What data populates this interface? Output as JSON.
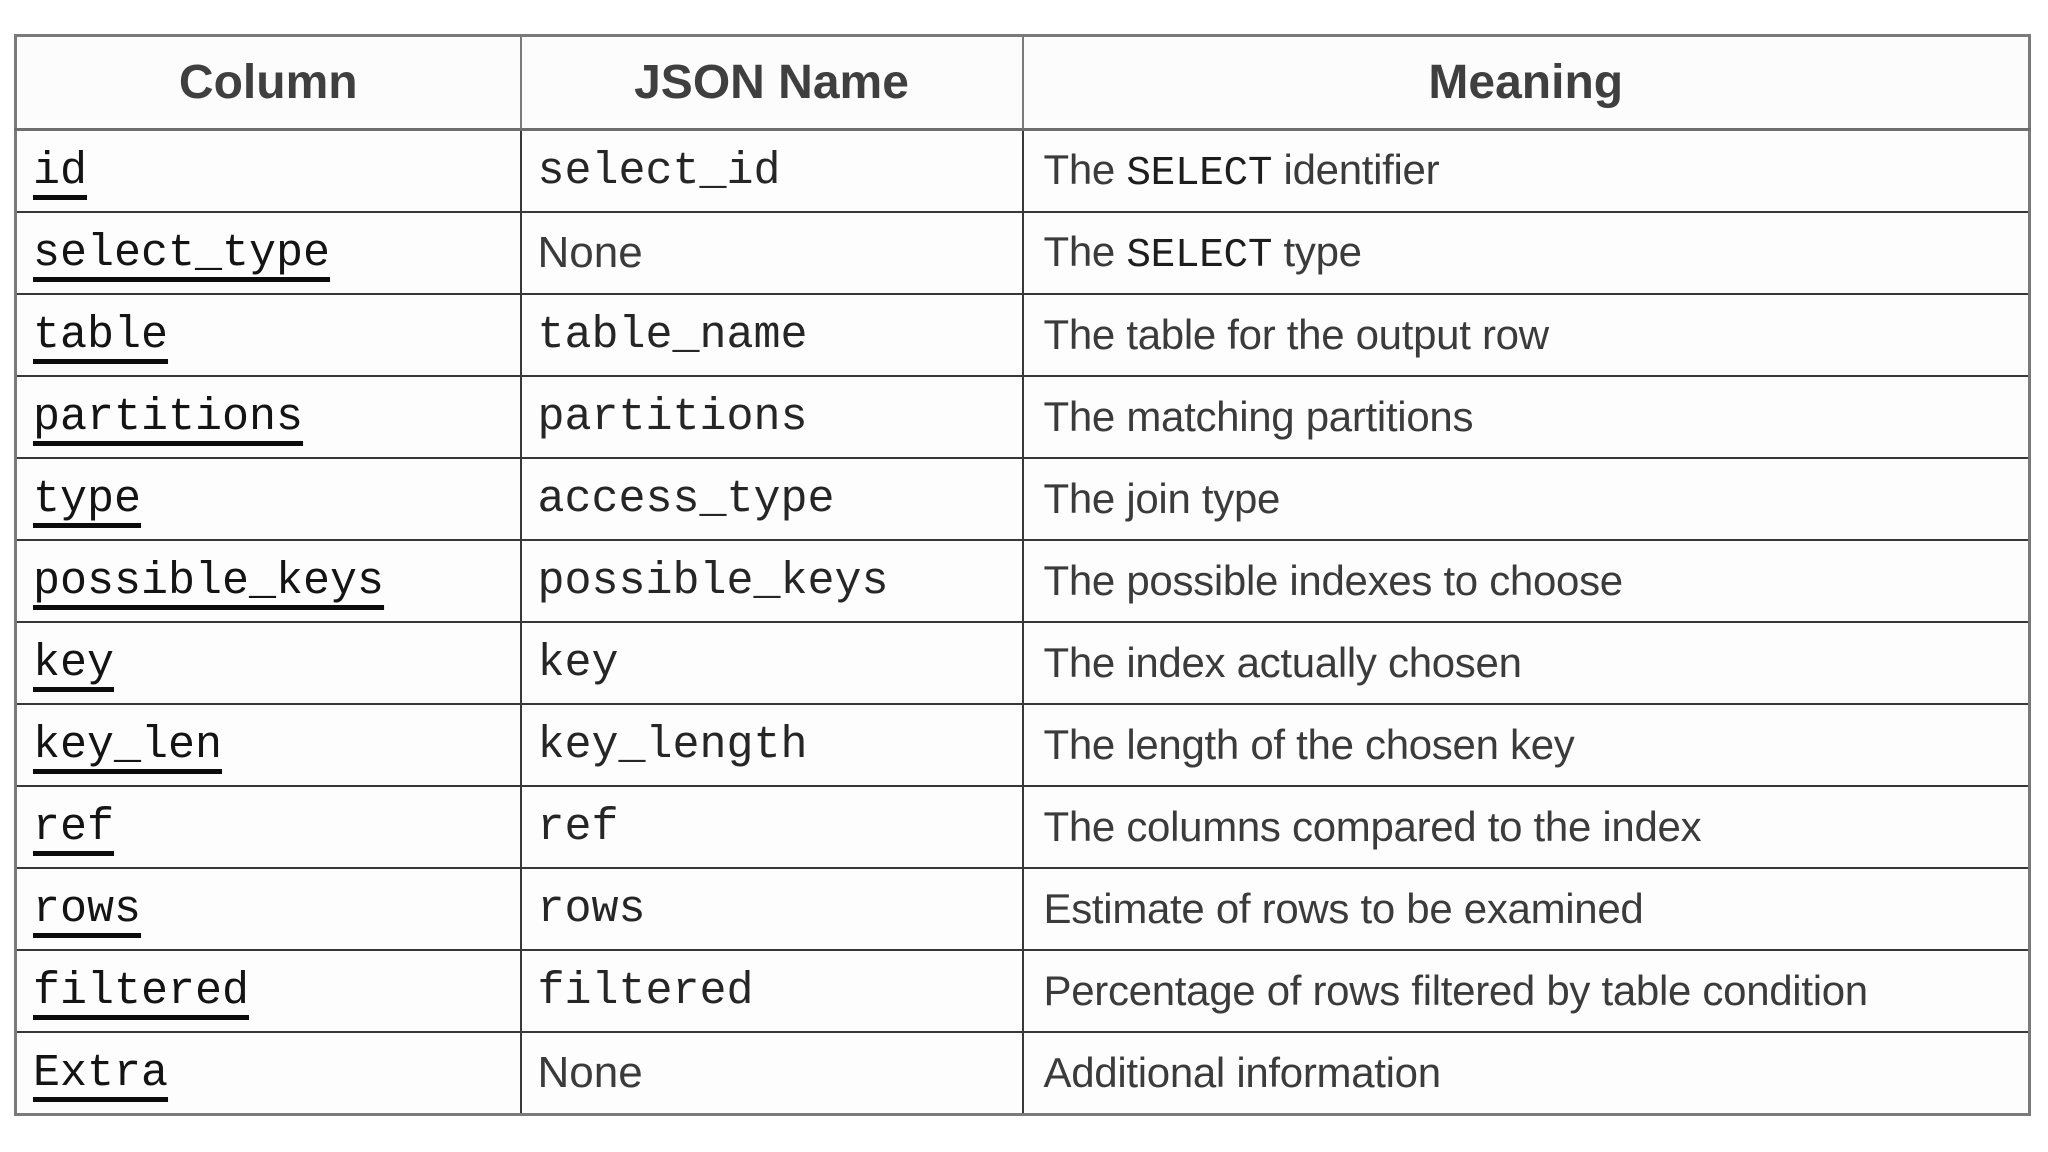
{
  "table": {
    "name": "explain-output-columns",
    "headers": [
      {
        "label": "Column"
      },
      {
        "label": "JSON Name"
      },
      {
        "label": "Meaning"
      }
    ],
    "rows": [
      {
        "column": "id",
        "json_name": "select_id",
        "json_name_mono": true,
        "meaning_parts": [
          {
            "text": "The ",
            "mono": false
          },
          {
            "text": "SELECT",
            "mono": true
          },
          {
            "text": " identifier",
            "mono": false
          }
        ]
      },
      {
        "column": "select_type",
        "json_name": "None",
        "json_name_mono": false,
        "meaning_parts": [
          {
            "text": "The ",
            "mono": false
          },
          {
            "text": "SELECT",
            "mono": true
          },
          {
            "text": " type",
            "mono": false
          }
        ]
      },
      {
        "column": "table",
        "json_name": "table_name",
        "json_name_mono": true,
        "meaning_parts": [
          {
            "text": "The table for the output row",
            "mono": false
          }
        ]
      },
      {
        "column": "partitions",
        "json_name": "partitions",
        "json_name_mono": true,
        "meaning_parts": [
          {
            "text": "The matching partitions",
            "mono": false
          }
        ]
      },
      {
        "column": "type",
        "json_name": "access_type",
        "json_name_mono": true,
        "meaning_parts": [
          {
            "text": "The join type",
            "mono": false
          }
        ]
      },
      {
        "column": "possible_keys",
        "json_name": "possible_keys",
        "json_name_mono": true,
        "meaning_parts": [
          {
            "text": "The possible indexes to choose",
            "mono": false
          }
        ]
      },
      {
        "column": "key",
        "json_name": "key",
        "json_name_mono": true,
        "meaning_parts": [
          {
            "text": "The index actually chosen",
            "mono": false
          }
        ]
      },
      {
        "column": "key_len",
        "json_name": "key_length",
        "json_name_mono": true,
        "meaning_parts": [
          {
            "text": "The length of the chosen key",
            "mono": false
          }
        ]
      },
      {
        "column": "ref",
        "json_name": "ref",
        "json_name_mono": true,
        "meaning_parts": [
          {
            "text": "The columns compared to the index",
            "mono": false
          }
        ]
      },
      {
        "column": "rows",
        "json_name": "rows",
        "json_name_mono": true,
        "meaning_parts": [
          {
            "text": "Estimate of rows to be examined",
            "mono": false
          }
        ]
      },
      {
        "column": "filtered",
        "json_name": "filtered",
        "json_name_mono": true,
        "meaning_parts": [
          {
            "text": "Percentage of rows filtered by table condition",
            "mono": false
          }
        ]
      },
      {
        "column": "Extra",
        "json_name": "None",
        "json_name_mono": false,
        "meaning_parts": [
          {
            "text": "Additional information",
            "mono": false
          }
        ]
      }
    ],
    "colors": {
      "outer_border": "#7a7a7a",
      "header_border": "#6e6e6e",
      "body_border": "#383838",
      "header_text": "#3f3f3f",
      "body_text": "#3b3b3b",
      "link_text": "#141414",
      "background": "#fdfdfd"
    }
  }
}
